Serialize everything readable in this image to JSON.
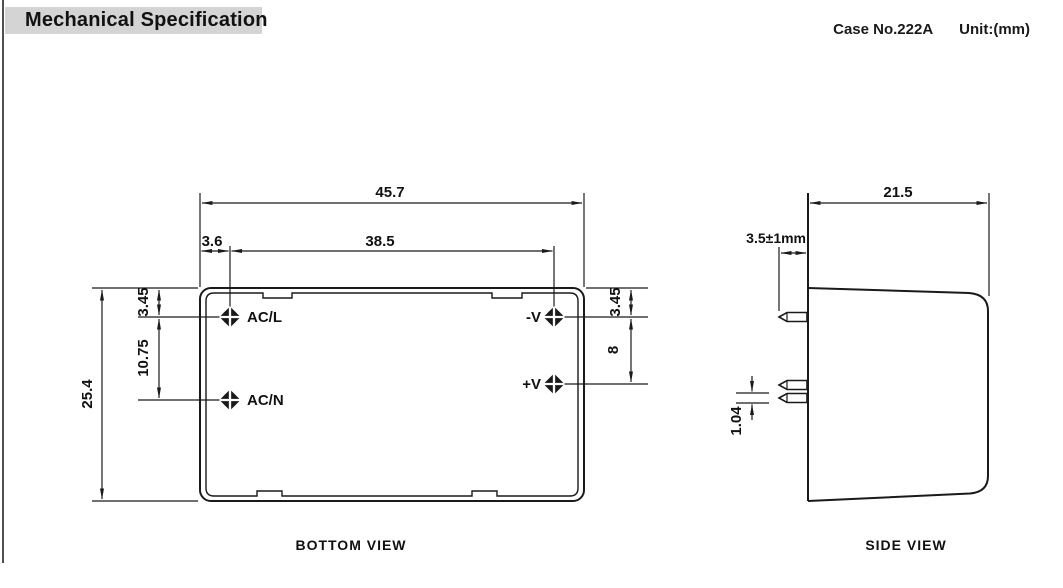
{
  "header": {
    "title": "Mechanical Specification",
    "case_no": "Case No.222A",
    "unit": "Unit:(mm)"
  },
  "views": {
    "bottom": {
      "label": "BOTTOM VIEW",
      "pins": [
        {
          "name": "AC/L"
        },
        {
          "name": "AC/N"
        },
        {
          "name": "-V"
        },
        {
          "name": "+V"
        }
      ],
      "dimensions": {
        "overall_width": "45.7",
        "pin_column_offset": "3.6",
        "pin_column_span": "38.5",
        "overall_height": "25.4",
        "left_pin_top_offset": "3.45",
        "left_pin_pitch": "10.75",
        "right_pin_top_offset": "3.45",
        "right_pin_pitch": "8"
      }
    },
    "side": {
      "label": "SIDE VIEW",
      "dimensions": {
        "overall_depth": "21.5",
        "pin_length": "3.5±1mm",
        "pin_thickness": "1.04"
      }
    }
  },
  "colors": {
    "line": "#1a1a1a",
    "title_bar_bg": "#d4d4d4",
    "title_text": "#111111",
    "page_bg": "#ffffff"
  }
}
